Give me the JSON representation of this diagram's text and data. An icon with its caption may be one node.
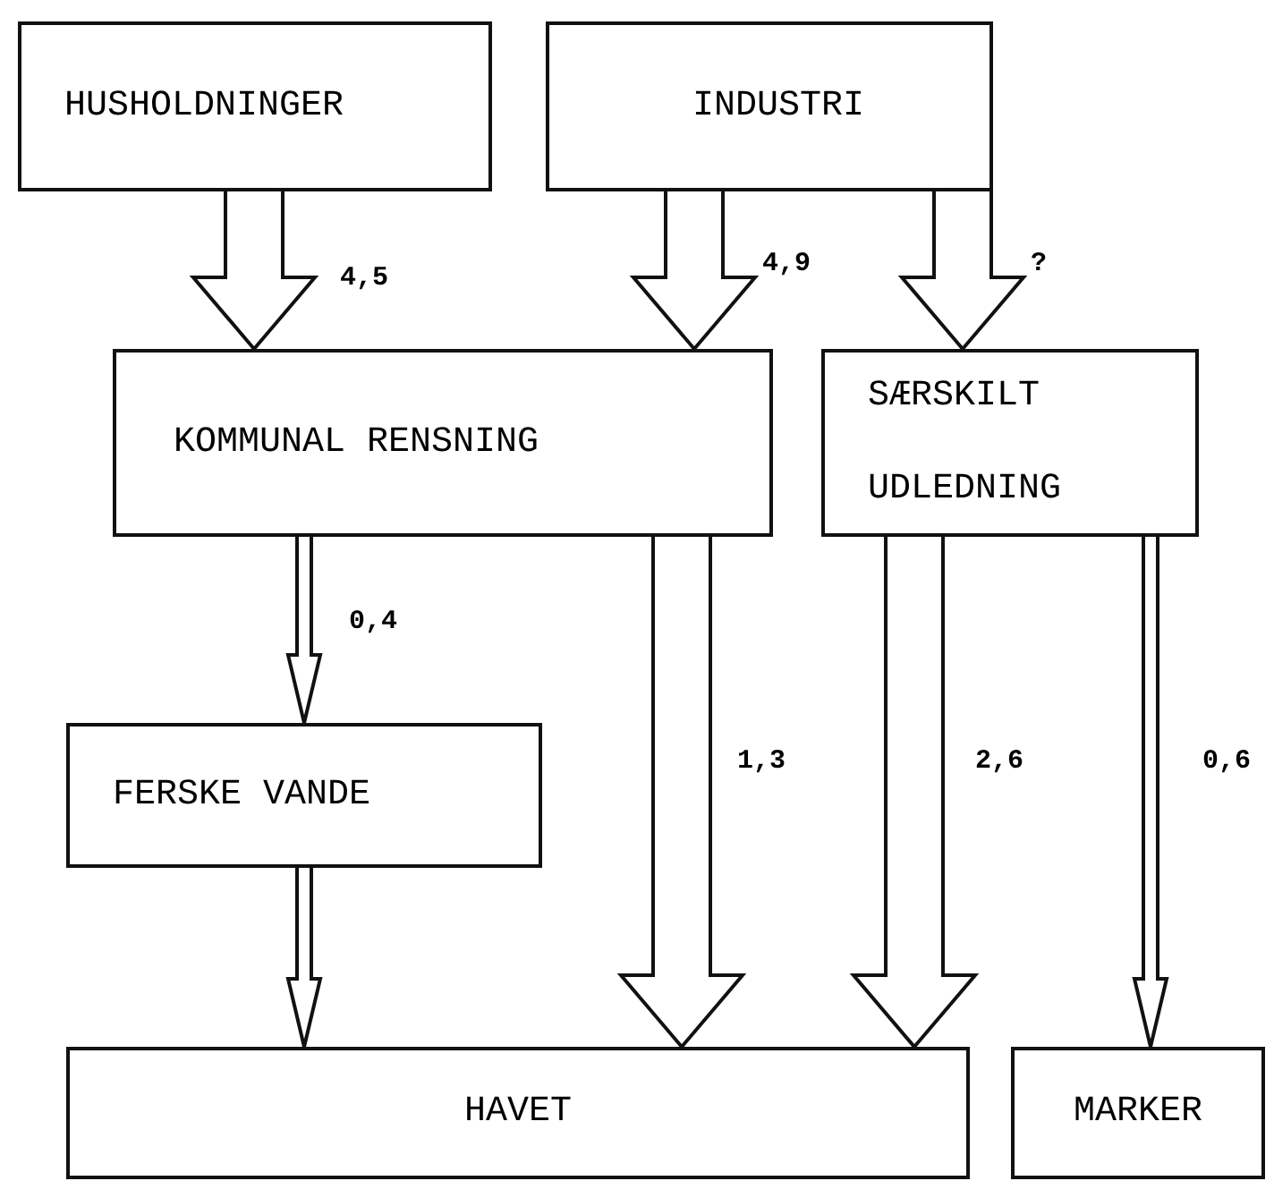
{
  "diagram": {
    "nodes": [
      {
        "text": [
          "HUSHOLDNINGER"
        ]
      },
      {
        "text": [
          "INDUSTRI"
        ]
      },
      {
        "text": [
          "KOMMUNAL RENSNING"
        ]
      },
      {
        "text": [
          "SÆRSKILT UDLEDNING"
        ]
      },
      {
        "text": [
          "FERSKE VANDE"
        ]
      },
      {
        "text": [
          "HAVET"
        ]
      },
      {
        "text": [
          "MARKER"
        ]
      }
    ],
    "edges": [
      {
        "from": 0,
        "to": 2,
        "arrow": "to",
        "label": "4,5",
        "style": "thick"
      },
      {
        "from": 1,
        "to": 2,
        "arrow": "to",
        "label": "4,9",
        "style": "thick"
      },
      {
        "from": 1,
        "to": 3,
        "arrow": "to",
        "label": "?",
        "style": "thick"
      },
      {
        "from": 2,
        "to": 4,
        "arrow": "to",
        "label": "0,4"
      },
      {
        "from": 4,
        "to": 5,
        "arrow": "to"
      },
      {
        "from": 2,
        "to": 5,
        "arrow": "to",
        "label": "1,3",
        "style": "thick"
      },
      {
        "from": 3,
        "to": 5,
        "arrow": "to",
        "label": "2,6",
        "style": "thick"
      },
      {
        "from": 3,
        "to": 6,
        "arrow": "to",
        "label": "0,6"
      }
    ]
  }
}
